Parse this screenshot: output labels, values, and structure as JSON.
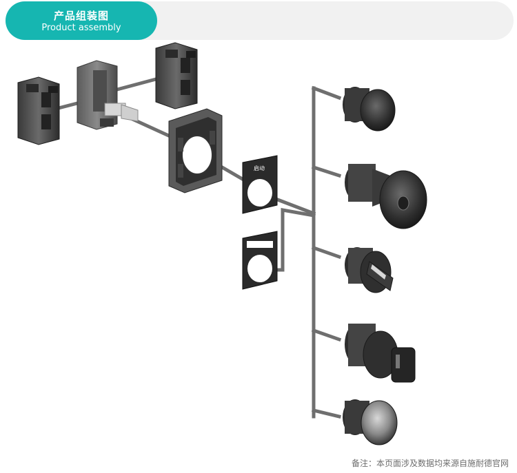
{
  "header": {
    "title_cn": "产品组装图",
    "title_en": "Product assembly"
  },
  "label_plate": {
    "text": "启动"
  },
  "footnote": "备注：本页面涉及数据均来源自施耐德官网",
  "colors": {
    "accent": "#16b6b1",
    "header_bg": "#f1f1f1",
    "connector": "#6f6f6f",
    "part_dark": "#2d2d2d",
    "part_mid": "#6b6b6b"
  }
}
